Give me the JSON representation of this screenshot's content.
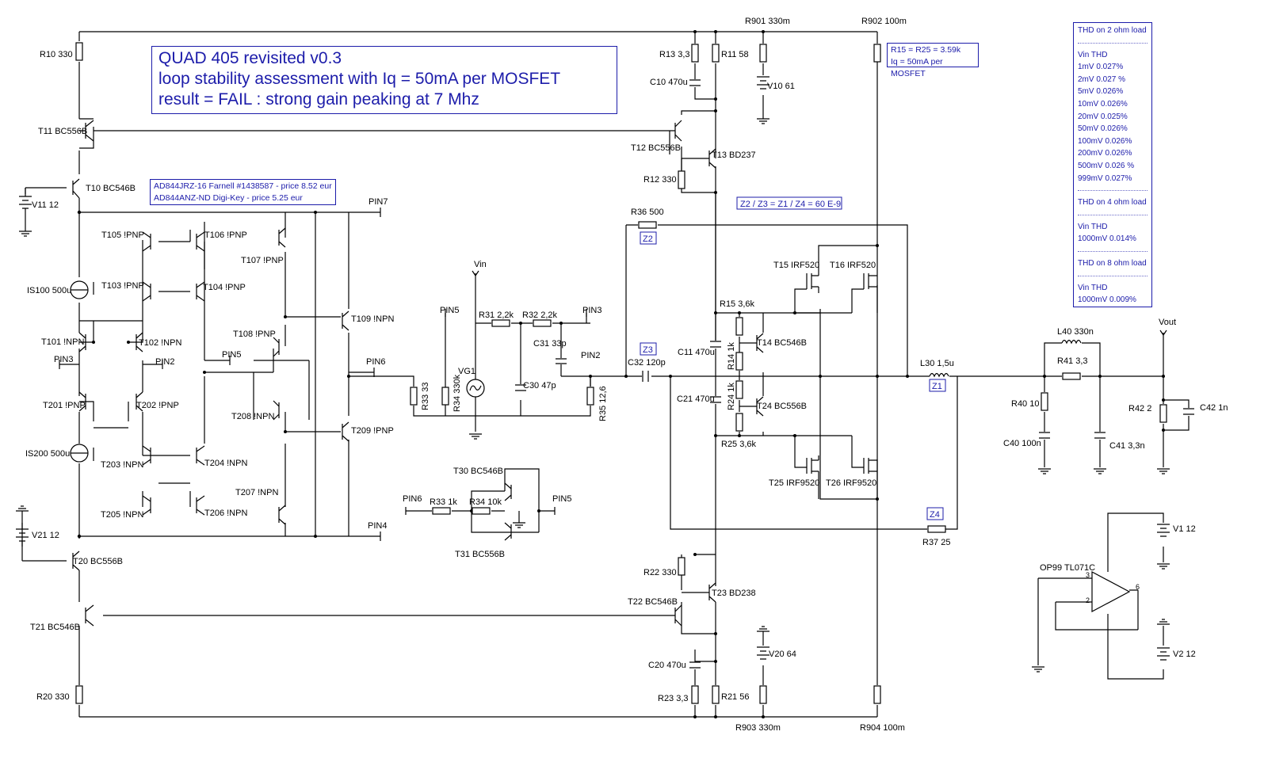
{
  "title": {
    "lines": [
      "QUAD 405 revisited v0.3",
      "loop stability assessment with Iq = 50mA per MOSFET",
      "result = FAIL : strong gain peaking at 7 Mhz"
    ]
  },
  "notes": {
    "op_amp": [
      "AD844JRZ-16 Farnell #1438587 - price 8.52 eur",
      "AD844ANZ-ND Digi-Key - price 5.25 eur"
    ],
    "bias": [
      "R15 = R25 = 3.59k",
      "Iq = 50mA per MOSFET"
    ],
    "zobel": "Z2 / Z3 = Z1 / Z4 = 60 E-9"
  },
  "thd": {
    "sections": [
      {
        "header": "THD on 2 ohm load",
        "col": "Vin THD",
        "rows": [
          "1mV 0.027%",
          "2mV 0.027 %",
          "5mV 0.026%",
          "10mV 0.026%",
          "20mV 0.025%",
          "50mV 0.026%",
          "100mV 0.026%",
          "200mV 0.026%",
          "500mV 0.026 %",
          "999mV 0.027%"
        ]
      },
      {
        "header": "THD on 4 ohm load",
        "col": "Vin THD",
        "rows": [
          "1000mV 0.014%"
        ]
      },
      {
        "header": "THD on 8 ohm load",
        "col": "Vin THD",
        "rows": [
          "1000mV 0.009%"
        ]
      }
    ]
  },
  "labels": {
    "r10": "R10 330",
    "t11": "T11 BC556B",
    "t10": "T10 BC546B",
    "v11": "V11 12",
    "is100": "IS100 500u",
    "t101": "T101 !NPN",
    "t102": "T102 !NPN",
    "pin3a": "PIN3",
    "pin2a": "PIN2",
    "t201": "T201 !PNP",
    "t202": "T202 !PNP",
    "is200": "IS200 500u",
    "v21": "V21 12",
    "t20": "T20 BC556B",
    "t21": "T21 BC546B",
    "r20": "R20 330",
    "t105": "T105 !PNP",
    "t106": "T106 !PNP",
    "t103": "T103 !PNP",
    "t104": "T104 !PNP",
    "t107": "T107 !PNP",
    "t108": "T108 !PNP",
    "t208": "T208 !NPN",
    "t109": "T109 !NPN",
    "t209": "T209 !PNP",
    "t203": "T203 !NPN",
    "t204": "T204 !NPN",
    "t205": "T205 !NPN",
    "t206": "T206 !NPN",
    "t207": "T207 !NPN",
    "pin7": "PIN7",
    "pin5a": "PIN5",
    "pin6a": "PIN6",
    "pin4": "PIN4",
    "r33a": "R33 33",
    "r34a": "R34 330k",
    "vg1": "VG1",
    "vin": "Vin",
    "pin5b": "PIN5",
    "r31": "R31 2,2k",
    "r32": "R32 2,2k",
    "pin3b": "PIN3",
    "c31": "C31 33p",
    "c30": "C30 47p",
    "pin2b": "PIN2",
    "r35": "R35 12,6",
    "t30": "T30 BC546B",
    "t31": "T31 BC556B",
    "pin6b": "PIN6",
    "r33b": "R33 1k",
    "r34b": "R34 10k",
    "pin5c": "PIN5",
    "r13": "R13 3,3",
    "r11": "R11 58",
    "c10": "C10 470u",
    "t12": "T12 BC556B",
    "t13": "T13 BD237",
    "r12": "R12 330",
    "r901": "R901 330m",
    "v10": "V10 61",
    "r902": "R902 100m",
    "r36": "R36 500",
    "z2": "Z2",
    "z3": "Z3",
    "c32": "C32 120p",
    "t15": "T15 IRF520",
    "t16": "T16 IRF520",
    "r15": "R15 3,6k",
    "c11": "C11 470u",
    "r14": "R14 1k",
    "t14": "T14 BC546B",
    "c21": "C21 470u",
    "r24": "R24 1k",
    "t24": "T24 BC556B",
    "r25": "R25 3,6k",
    "t25": "T25 IRF9520",
    "t26": "T26 IRF9520",
    "z4": "Z4",
    "r37": "R37 25",
    "l30": "L30 1,5u",
    "z1": "Z1",
    "l40": "L40 330n",
    "r41": "R41 3,3",
    "vout": "Vout",
    "r40": "R40 10",
    "c40": "C40 100n",
    "c41": "C41 3,3n",
    "r42": "R42 2",
    "c42": "C42 1n",
    "r22": "R22 330",
    "t23": "T23 BD238",
    "t22": "T22 BC546B",
    "c20": "C20 470u",
    "v20": "V20 64",
    "r23": "R23 3,3",
    "r21": "R21 56",
    "r903": "R903 330m",
    "r904": "R904 100m",
    "v1": "V1 12",
    "op99": "OP99 TL071C",
    "v2": "V2 12",
    "pin_3": "3",
    "pin_2": "2",
    "pin_6": "6"
  }
}
